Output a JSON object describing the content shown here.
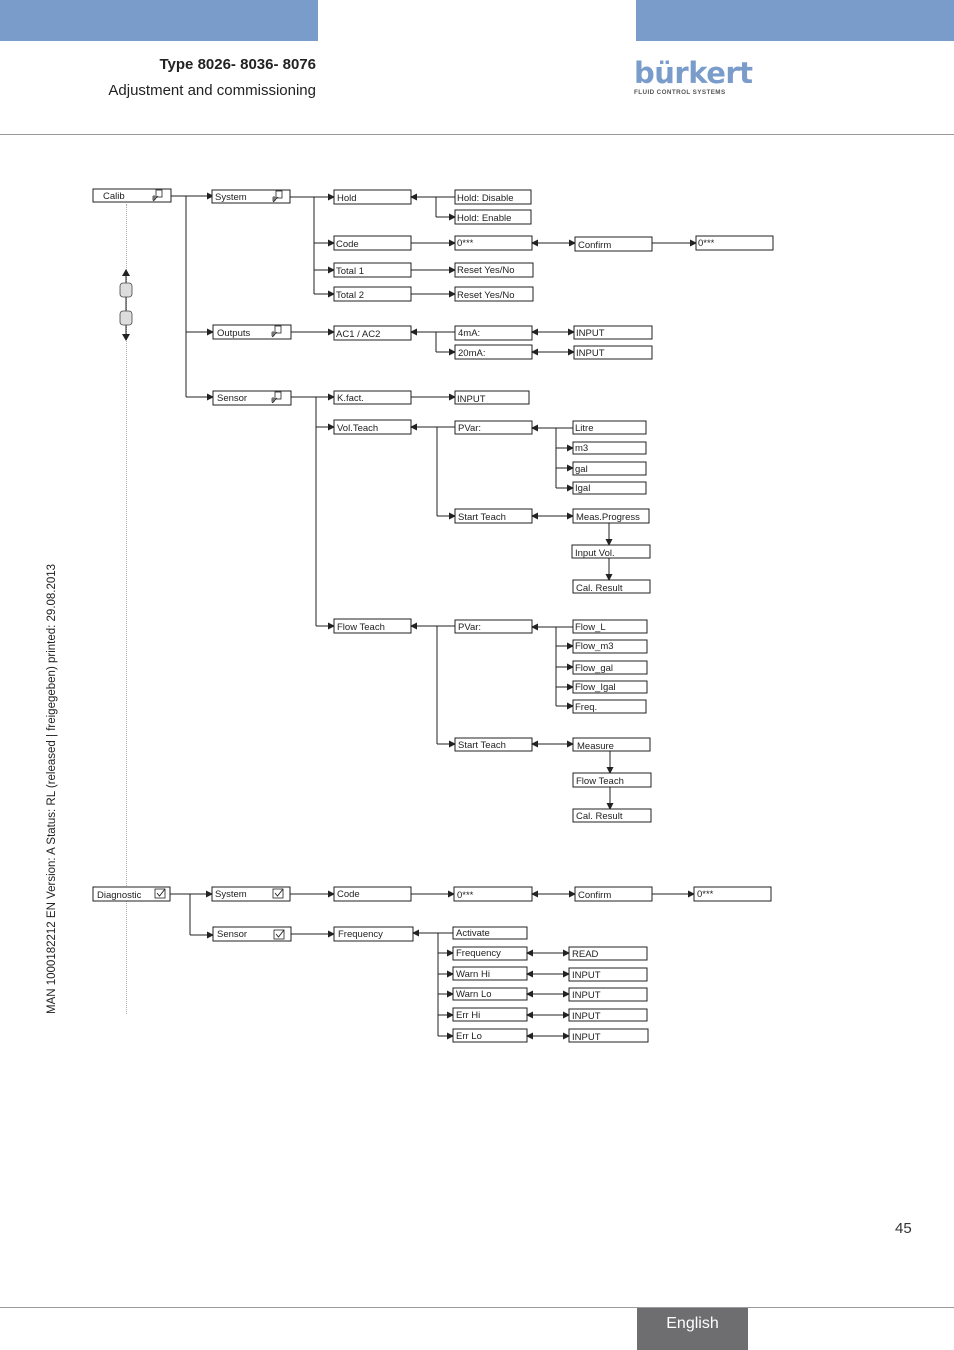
{
  "header": {
    "title": "Type 8026- 8036- 8076",
    "subtitle": "Adjustment and commissioning",
    "logo_word": "bürkert",
    "logo_tagline": "FLUID CONTROL SYSTEMS"
  },
  "sidebar_text": "MAN  1000182212  EN  Version: A  Status: RL (released | freigegeben)  printed: 29.08.2013",
  "page_number": "45",
  "language": "English",
  "colors": {
    "brand_blue": "#7a9ccb",
    "footer_gray": "#6e6e70"
  },
  "menu": {
    "calib": "Calib",
    "diagnostic": "Diagnostic",
    "system": "System",
    "outputs": "Outputs",
    "sensor": "Sensor",
    "hold": "Hold",
    "hold_disable": "Hold: Disable",
    "hold_enable": "Hold: Enable",
    "code": "Code",
    "zero_code": "0***",
    "confirm": "Confirm",
    "total1": "Total 1",
    "total2": "Total 2",
    "reset_yes_no": "Reset Yes/No",
    "ac1_ac2": "AC1 / AC2",
    "ma4": "4mA:",
    "ma20": "20mA:",
    "input": "INPUT",
    "read": "READ",
    "kfact": "K.fact.",
    "vol_teach": "Vol.Teach",
    "pvar": "PVar:",
    "litre": "Litre",
    "m3": "m3",
    "gal": "gal",
    "igal": "Igal",
    "start_teach": "Start Teach",
    "meas_progress": "Meas.Progress",
    "input_vol": "Input Vol.",
    "cal_result": "Cal. Result",
    "flow_teach": "Flow Teach",
    "flow_l": "Flow_L",
    "flow_m3": "Flow_m3",
    "flow_gal": "Flow_gal",
    "flow_igal": "Flow_Igal",
    "freq_short": "Freq.",
    "measure": "Measure",
    "frequency": "Frequency",
    "activate": "Activate",
    "warn_hi": "Warn Hi",
    "warn_lo": "Warn Lo",
    "err_hi": "Err Hi",
    "err_lo": "Err Lo"
  }
}
